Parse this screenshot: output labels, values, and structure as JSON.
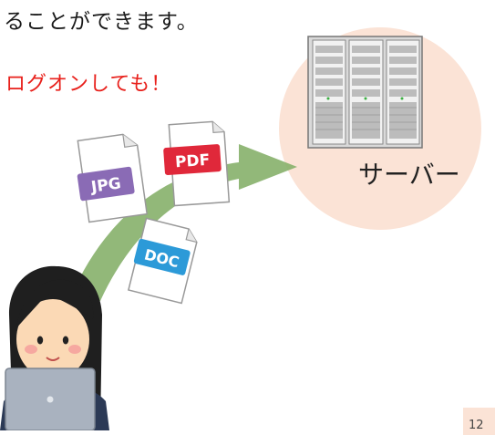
{
  "text": {
    "top_line": "ることができます。",
    "red_line": "ログオンしても！",
    "server_label": "サーバー",
    "page_number": "12"
  },
  "files": {
    "jpg_label": "JPG",
    "pdf_label": "PDF",
    "doc_label": "DOC"
  },
  "colors": {
    "red_text": "#e8201b",
    "circle": "#fbe3d6",
    "arrow": "#86b06a",
    "jpg": "#8a6bb5",
    "pdf": "#e0283a",
    "doc": "#2c9ad8"
  }
}
